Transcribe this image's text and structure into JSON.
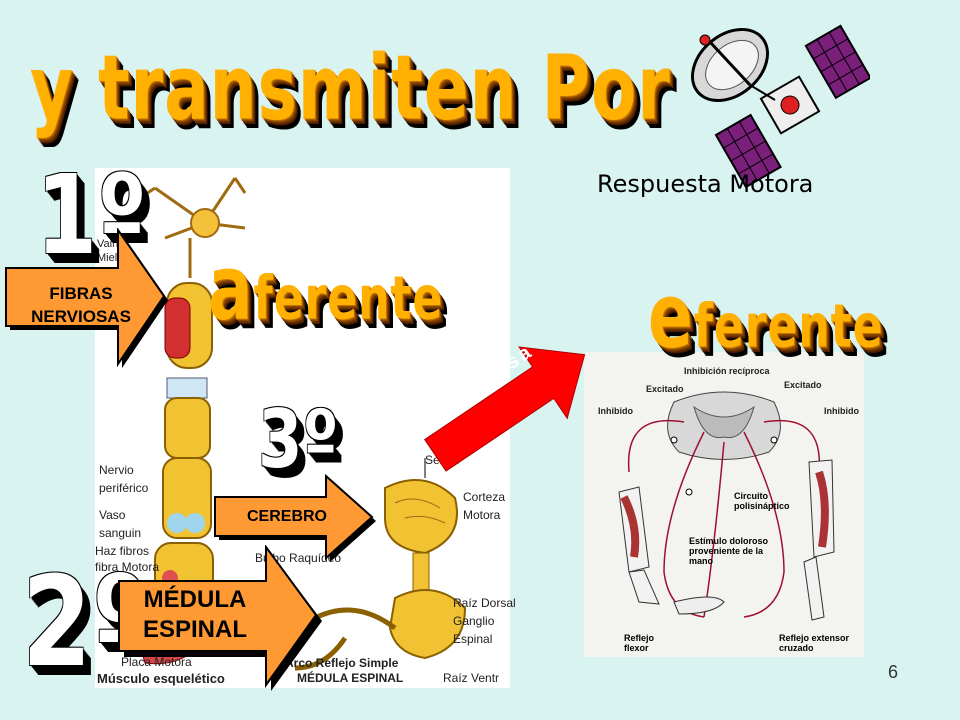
{
  "title": "y transmiten Por",
  "satellite_caption": "Respuesta Motora",
  "step1": {
    "number": "1º",
    "word_initial": "a",
    "word_rest": "ferente"
  },
  "step2": {
    "number": "2º"
  },
  "step3": {
    "number": "3º"
  },
  "eferente": {
    "word_initial": "e",
    "word_rest": "ferente"
  },
  "arrows": {
    "fibras": [
      "FIBRAS",
      "NERVIOSAS"
    ],
    "cerebro": "CEREBRO",
    "medula": [
      "MÉDULA",
      "ESPINAL"
    ],
    "regresa": "regresa"
  },
  "left_figure_labels": {
    "vaina": "Vaina",
    "mielina": "Mielina",
    "nervio": "Nervio",
    "periferico": "periférico",
    "vaso": "Vaso",
    "sanguin": "sanguin",
    "haz": "Haz fibros",
    "fibra_motora": "fibra Motora",
    "placa": "Placa Motora",
    "musculo": "Músculo esquelético"
  },
  "middle_figure_labels": {
    "sensit": "Sensit",
    "corteza": "Corteza",
    "motora": "Motora",
    "bulbo": "Bulbo Raquídeo",
    "raiz_dorsal": "Raíz Dorsal",
    "ganglio": "Ganglio",
    "espinal": "Espinal",
    "arco": "Arco Reflejo Simple",
    "medula_espinal": "MÉDULA ESPINAL",
    "raiz_ventr": "Raíz Ventr"
  },
  "right_figure_labels": {
    "inhibicion": "Inhibición recíproca",
    "excitado_l": "Excitado",
    "excitado_r": "Excitado",
    "inhibido_l": "Inhibido",
    "inhibido_r": "Inhibido",
    "circuito": "Circuito polisináptico",
    "estimulo": "Estímulo doloroso proveniente de la mano",
    "reflejo_flexor": "Reflejo flexor",
    "reflejo_extensor": "Reflejo extensor cruzado"
  },
  "page_number": "6",
  "colors": {
    "background": "#d9f3f1",
    "arrow_fill": "#ff9933",
    "red_arrow": "#ff0000",
    "wordart": "#ffb000"
  }
}
